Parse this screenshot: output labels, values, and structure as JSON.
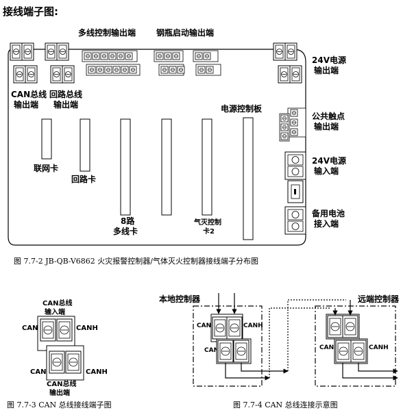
{
  "heading": "接线端子图:",
  "fig1": {
    "labels": {
      "multi_line_out": "多线控制输出端",
      "bottle_start_out": "钢瓶启动输出端",
      "v24_out_1": "24V电源",
      "v24_out_2": "输出端",
      "can_bus_out_1": "CAN总线",
      "can_bus_out_2": "输出端",
      "loop_bus_out_1": "回路总线",
      "loop_bus_out_2": "输出端",
      "power_board": "电源控制板",
      "common_contact_1": "公共触点",
      "common_contact_2": "输出端",
      "v24_in_1": "24V电源",
      "v24_in_2": "输入端",
      "network_card": "联网卡",
      "loop_card": "回路卡",
      "multi_card_1": "8路",
      "multi_card_2": "多线卡",
      "gas_card_1": "气灭控制",
      "gas_card_2": "卡2",
      "battery_in_1": "备用电池",
      "battery_in_2": "接入端"
    },
    "caption": "图 7.7-2   JB-QB-V6862 火灾报警控制器/气体灭火控制器接线端子分布图"
  },
  "fig2": {
    "in_label_1": "CAN总线",
    "in_label_2": "输入端",
    "out_label_1": "CAN总线",
    "out_label_2": "输出端",
    "canl": "CANL",
    "canh": "CANH",
    "caption": "图 7.7-3 CAN 总线接线端子图"
  },
  "fig3": {
    "local": "本地控制器",
    "remote": "远端控制器",
    "canl": "CANL",
    "canh": "CANH",
    "caption": "图 7.7-4 CAN 总线连接示意图"
  }
}
